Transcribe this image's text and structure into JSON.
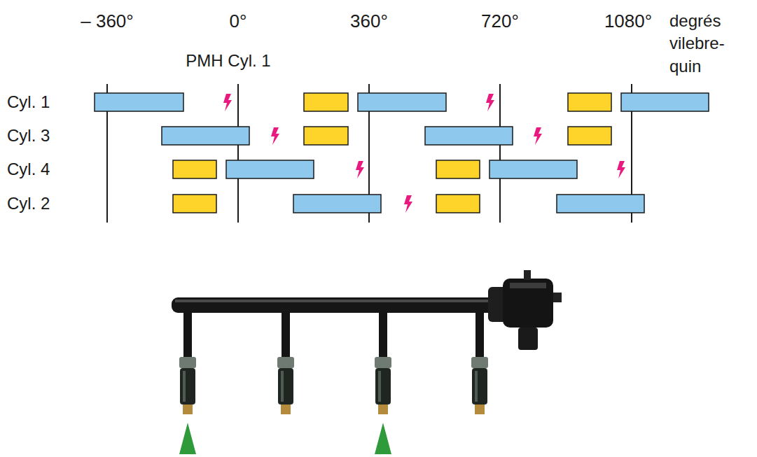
{
  "diagram": {
    "labels": [
      "– 360°",
      "0°",
      "360°",
      "720°",
      "1080°",
      "degrés vilebre- quin",
      "PMH Cyl. 1",
      "Cyl. 1",
      "Cyl. 3",
      "Cyl. 4",
      "Cyl. 2"
    ]
  }
}
